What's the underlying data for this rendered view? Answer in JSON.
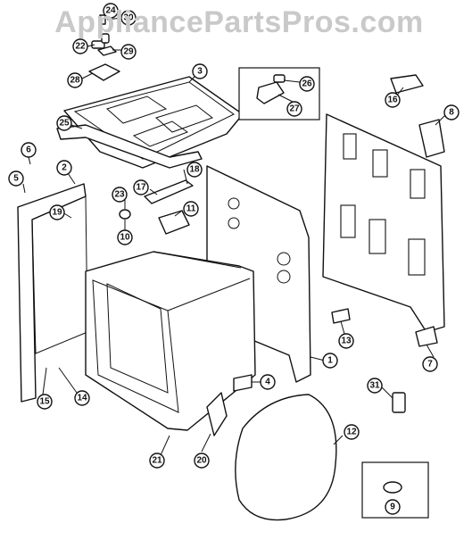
{
  "watermark": "AppliancePartsPros.com",
  "callouts": [
    "24",
    "30",
    "22",
    "29",
    "28",
    "3",
    "26",
    "27",
    "16",
    "8",
    "25",
    "6",
    "2",
    "5",
    "18",
    "17",
    "23",
    "11",
    "19",
    "10",
    "13",
    "1",
    "7",
    "4",
    "15",
    "14",
    "31",
    "12",
    "21",
    "20",
    "9"
  ]
}
